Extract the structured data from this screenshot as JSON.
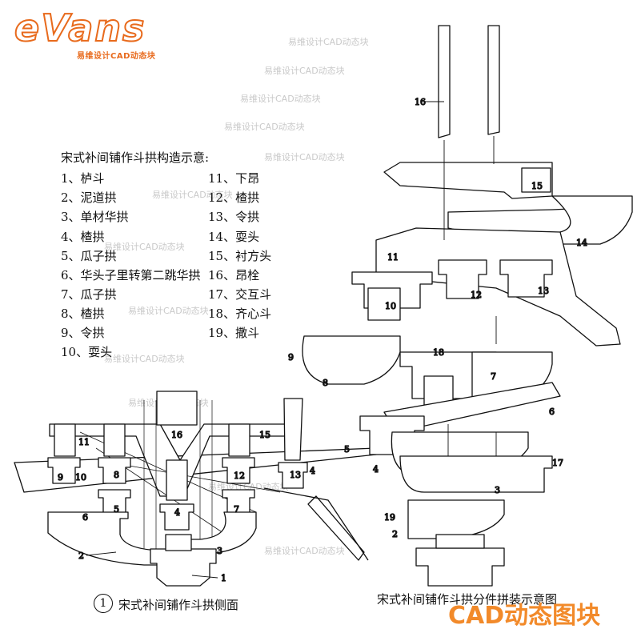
{
  "logo": {
    "word": "eVans",
    "tagline": "易维设计CAD动态块"
  },
  "legend": {
    "title": "宋式补间铺作斗拱构造示意:",
    "left_items": [
      "1、栌斗",
      "2、泥道拱",
      "3、单材华拱",
      "4、楂拱",
      "5、瓜子拱",
      "6、华头子里转第二跳华拱",
      "7、瓜子拱",
      "8、楂拱",
      "9、令拱",
      "10、耍头"
    ],
    "right_items": [
      "11、下昂",
      "12、楂拱",
      "13、令拱",
      "14、耍头",
      "15、衬方头",
      "16、昂栓",
      "17、交互斗",
      "18、齐心斗",
      "19、撒斗"
    ]
  },
  "left_diagram": {
    "caption_number": "1",
    "caption": "宋式补间铺作斗拱侧面",
    "labels": [
      "1",
      "2",
      "3",
      "4",
      "5",
      "6",
      "7",
      "8",
      "9",
      "10",
      "11",
      "12",
      "13",
      "15",
      "16",
      "4"
    ]
  },
  "right_diagram": {
    "caption": "宋式补间铺作斗拱分件拼装示意图",
    "labels": [
      "16",
      "15",
      "14",
      "11",
      "12",
      "13",
      "10",
      "9",
      "8",
      "18",
      "7",
      "6",
      "5",
      "4",
      "17",
      "3",
      "19",
      "2"
    ]
  },
  "watermark": "易维设计CAD动态块",
  "brand_mark": "CAD动态图块",
  "colors": {
    "brand": "#e86a1c",
    "brand_light": "#f28a2a",
    "ink": "#111111",
    "watermark": "#c9c9c9"
  }
}
